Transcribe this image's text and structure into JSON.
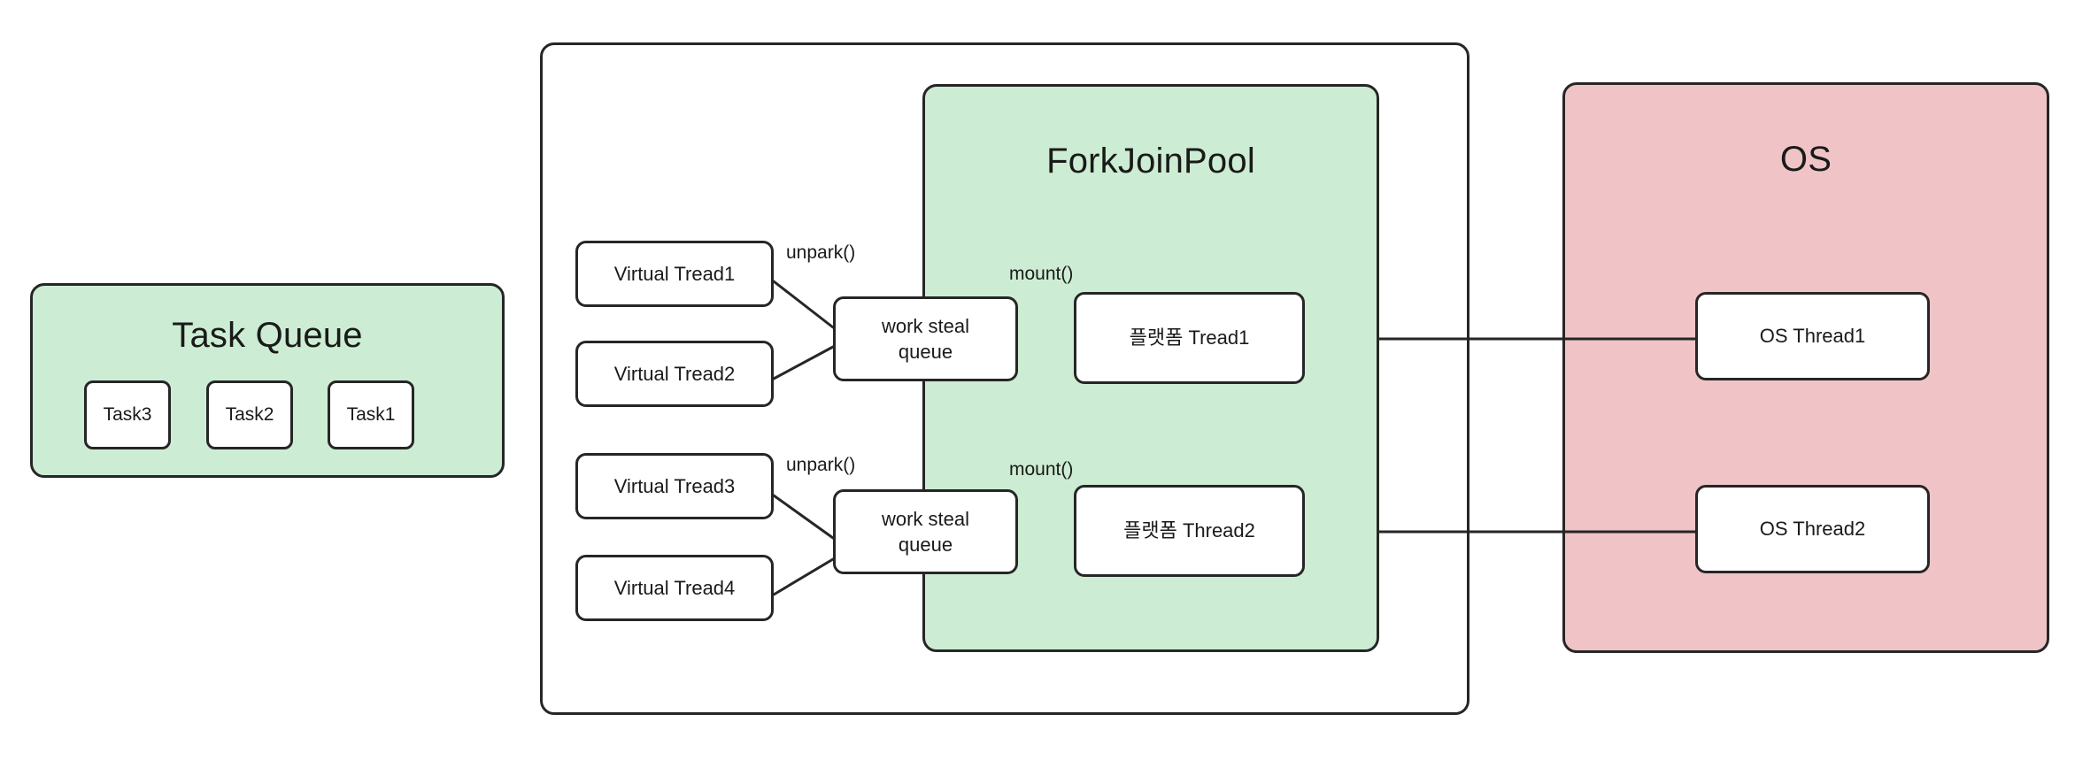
{
  "diagram": {
    "title": "Java Virtual Threads scheduling diagram",
    "colors": {
      "green_fill": "#ccedd3",
      "pink_fill": "#f0c4c6",
      "node_fill": "#ffffff",
      "stroke": "#262626",
      "text": "#1a1a1a",
      "background": "#ffffff"
    }
  },
  "task_queue": {
    "title": "Task Queue",
    "tasks": [
      {
        "label": "Task3"
      },
      {
        "label": "Task2"
      },
      {
        "label": "Task1"
      }
    ]
  },
  "jvm": {
    "virtual_threads": [
      {
        "label": "Virtual Tread1"
      },
      {
        "label": "Virtual Tread2"
      },
      {
        "label": "Virtual Tread3"
      },
      {
        "label": "Virtual Tread4"
      }
    ],
    "work_steal_queues": [
      {
        "label": "work steal\nqueue"
      },
      {
        "label": "work steal\nqueue"
      }
    ],
    "unpark_labels": [
      {
        "label": "unpark()"
      },
      {
        "label": "unpark()"
      }
    ]
  },
  "fork_join_pool": {
    "title": "ForkJoinPool",
    "mount_labels": [
      {
        "label": "mount()"
      },
      {
        "label": "mount()"
      }
    ],
    "platform_threads": [
      {
        "label": "플랫폼 Tread1"
      },
      {
        "label": "플랫폼 Thread2"
      }
    ]
  },
  "os": {
    "title": "OS",
    "os_threads": [
      {
        "label": "OS Thread1"
      },
      {
        "label": "OS Thread2"
      }
    ]
  }
}
